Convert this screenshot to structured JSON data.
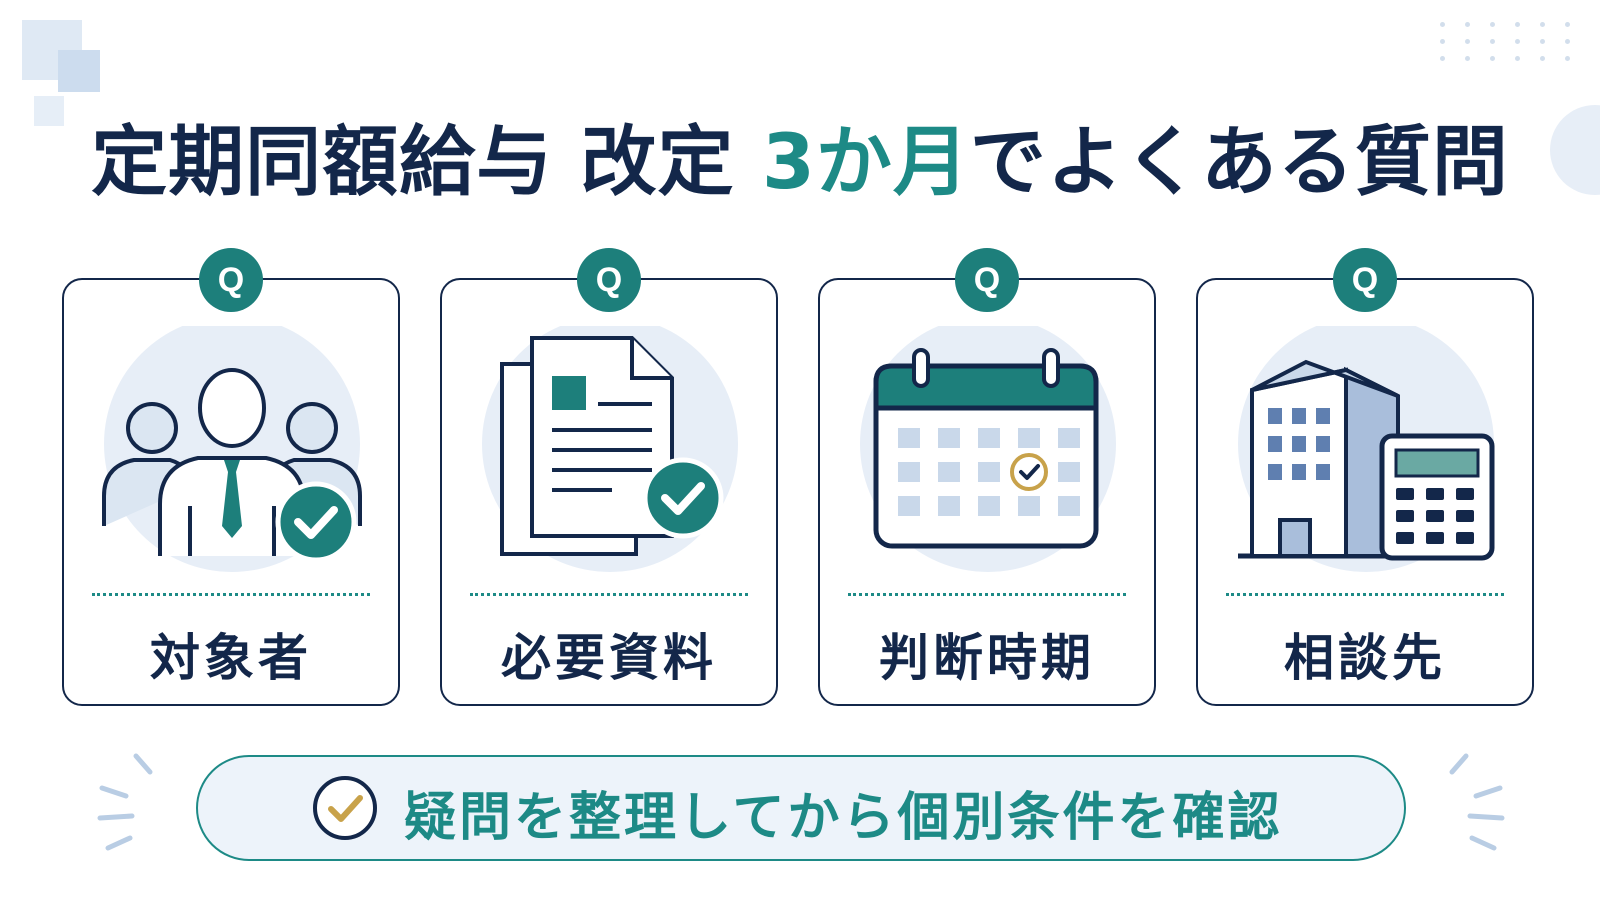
{
  "title": {
    "part1": "定期同額給与 改定 ",
    "accent": "3か月",
    "part2": "でよくある質問"
  },
  "colors": {
    "navy": "#13274a",
    "teal": "#1d8a86",
    "teal_dark": "#1d7f7b",
    "light_blue": "#dfe9f4",
    "gold": "#c8a24a"
  },
  "cards": [
    {
      "badge": "Q",
      "label": "対象者",
      "icon": "people-check-icon"
    },
    {
      "badge": "Q",
      "label": "必要資料",
      "icon": "documents-check-icon"
    },
    {
      "badge": "Q",
      "label": "判断時期",
      "icon": "calendar-check-icon"
    },
    {
      "badge": "Q",
      "label": "相談先",
      "icon": "building-calculator-icon"
    }
  ],
  "banner": {
    "text": "疑問を整理してから個別条件を確認",
    "icon": "check-circle-icon"
  }
}
